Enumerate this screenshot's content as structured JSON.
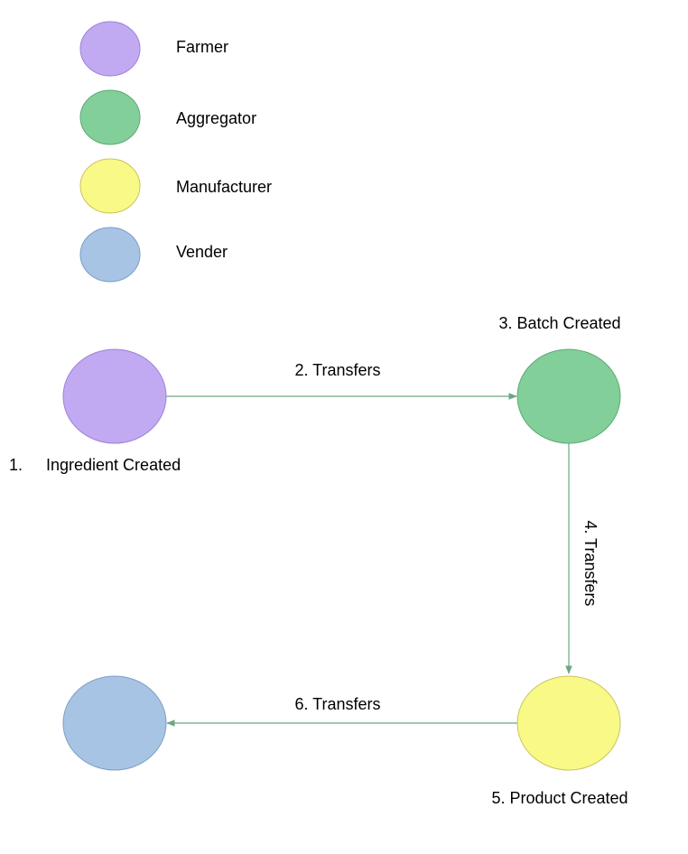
{
  "colors": {
    "farmer_fill": "#c2aaf2",
    "farmer_stroke": "#9b82d6",
    "aggregator_fill": "#82cf9a",
    "aggregator_stroke": "#5fa877",
    "manufacturer_fill": "#f9f988",
    "manufacturer_stroke": "#c9c45a",
    "vender_fill": "#a7c4e4",
    "vender_stroke": "#7d9ec4",
    "connector": "#6aa883"
  },
  "legend": {
    "items": [
      {
        "label": "Farmer",
        "role": "farmer"
      },
      {
        "label": "Aggregator",
        "role": "aggregator"
      },
      {
        "label": "Manufacturer",
        "role": "manufacturer"
      },
      {
        "label": "Vender",
        "role": "vender"
      }
    ]
  },
  "nodes": {
    "ingredient": {
      "number": "1.",
      "label": "Ingredient Created",
      "role": "farmer"
    },
    "batch": {
      "label": "3. Batch Created",
      "role": "aggregator"
    },
    "product": {
      "label": "5. Product Created",
      "role": "manufacturer"
    },
    "vender": {
      "label": "",
      "role": "vender"
    }
  },
  "edges": {
    "transfer_to_aggregator": {
      "label": "2. Transfers"
    },
    "transfer_to_manufacturer": {
      "label": "4. Transfers"
    },
    "transfer_to_vender": {
      "label": "6. Transfers"
    }
  }
}
